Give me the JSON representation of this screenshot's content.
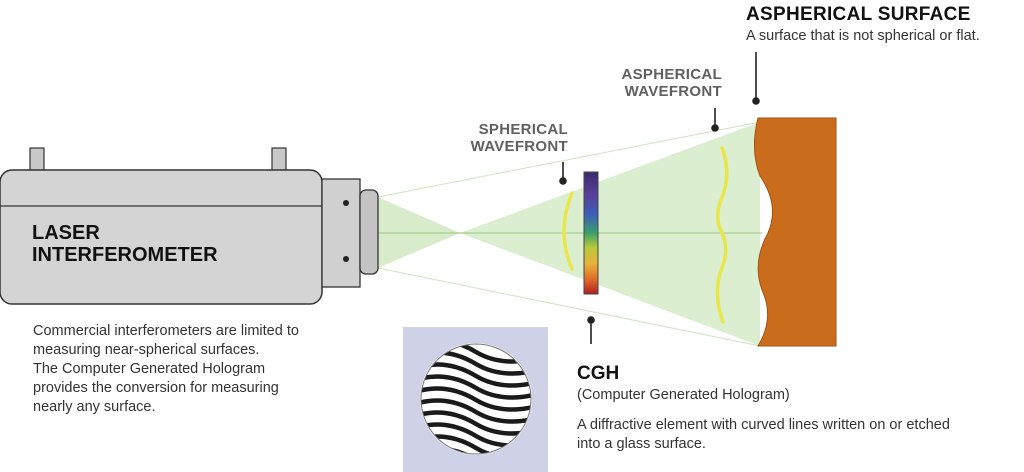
{
  "laser": {
    "line1": "LASER",
    "line2": "INTERFEROMETER"
  },
  "spherical_wavefront": {
    "line1": "SPHERICAL",
    "line2": "WAVEFRONT"
  },
  "aspherical_wavefront": {
    "line1": "ASPHERICAL",
    "line2": "WAVEFRONT"
  },
  "aspherical_surface": {
    "title": "ASPHERICAL SURFACE",
    "description": "A surface that is not spherical or flat."
  },
  "cgh": {
    "title": "CGH",
    "full_name": "(Computer Generated Hologram)",
    "description": "A diffractive element with curved lines written on or etched into a glass surface."
  },
  "intro": {
    "lines": [
      "Commercial interferometers are limited to",
      "measuring near-spherical surfaces.",
      "The Computer Generated Hologram",
      "provides the conversion for measuring",
      "nearly any surface."
    ]
  },
  "colors": {
    "beam": "#d6ebc8",
    "surface": "#c96d1c",
    "wavefront": "#e8e64a",
    "body": "#d4d4d4",
    "inset_bg": "#cfd2e6"
  }
}
